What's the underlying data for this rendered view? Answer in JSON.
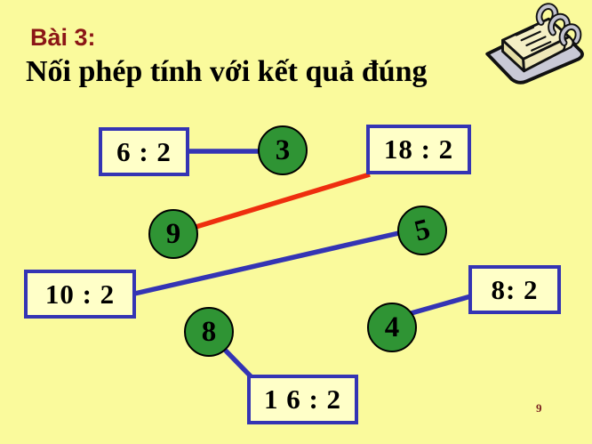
{
  "slide": {
    "title": "Bài 3:",
    "subtitle": "Nối phép tính với kết quả đúng",
    "page_number": "9"
  },
  "colors": {
    "background": "#FAFA9C",
    "title": "#8B1616",
    "subtitle": "#000000",
    "box_border": "#3434B4",
    "box_fill": "#FFFFC8",
    "circle_fill": "#2F9434",
    "circle_border": "#000000",
    "connector_blue": "#3434B4",
    "connector_red": "#EE2E0E",
    "page_number": "#7A1F1F"
  },
  "expressions": [
    {
      "label": "6 : 2"
    },
    {
      "label": "18 : 2"
    },
    {
      "label": "10 : 2"
    },
    {
      "label": "8: 2"
    },
    {
      "label": "1 6 : 2"
    }
  ],
  "answers": [
    {
      "label": "3"
    },
    {
      "label": "9"
    },
    {
      "label": "5"
    },
    {
      "label": "8"
    },
    {
      "label": "4"
    }
  ],
  "connections": [
    {
      "from": "6 : 2",
      "to": "3",
      "color": "blue"
    },
    {
      "from": "18 : 2",
      "to": "9",
      "color": "red"
    },
    {
      "from": "10 : 2",
      "to": "5",
      "color": "blue"
    },
    {
      "from": "1 6 : 2",
      "to": "8",
      "color": "blue"
    },
    {
      "from": "8: 2",
      "to": "4",
      "color": "blue"
    }
  ],
  "icons": {
    "notebook_clipart": "spiral-notebook-clipart"
  }
}
